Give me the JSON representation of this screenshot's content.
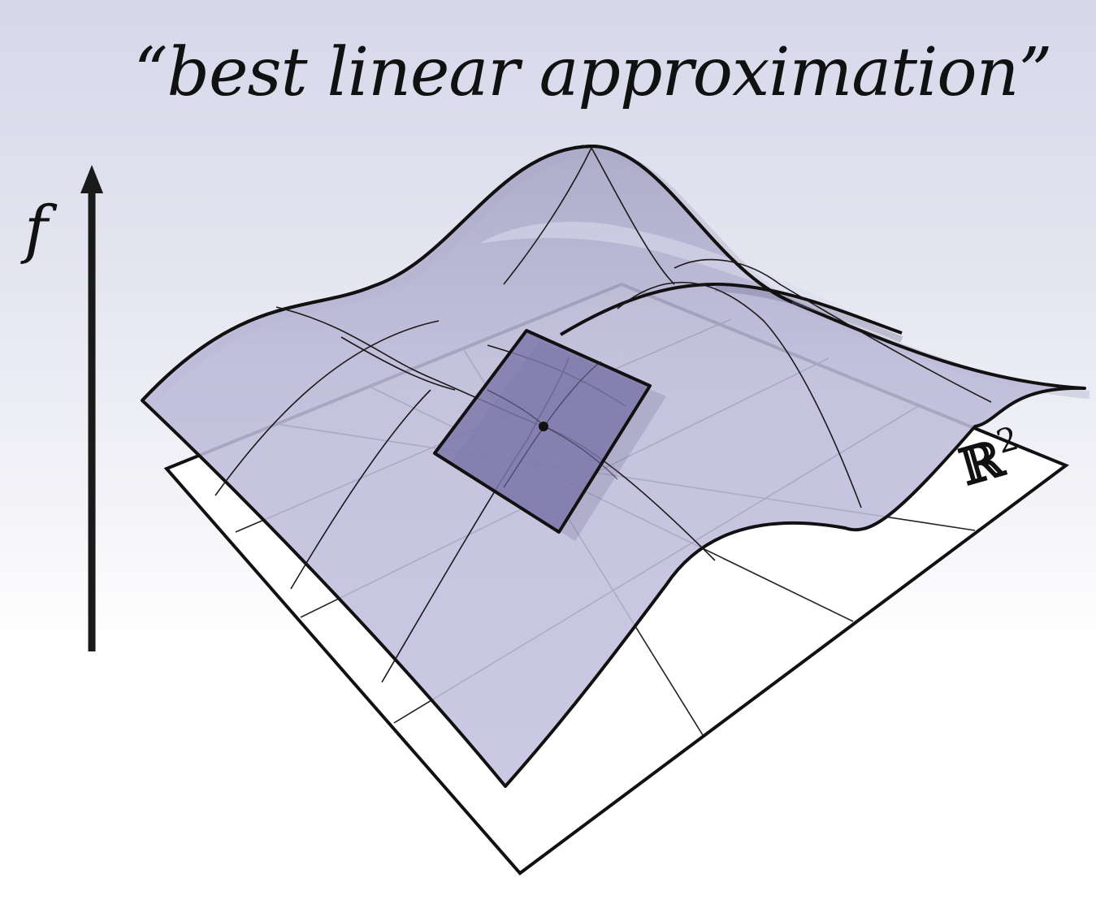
{
  "title": "“best linear approximation”",
  "axis_label": "f",
  "plane_label": {
    "set": "ℝ",
    "exponent": "2"
  },
  "colors": {
    "surface_fill": "#b8b6d8",
    "tangent_plane_fill": "#7b74a8",
    "outline": "#1a1a1a",
    "plane_fill": "#ffffff"
  }
}
